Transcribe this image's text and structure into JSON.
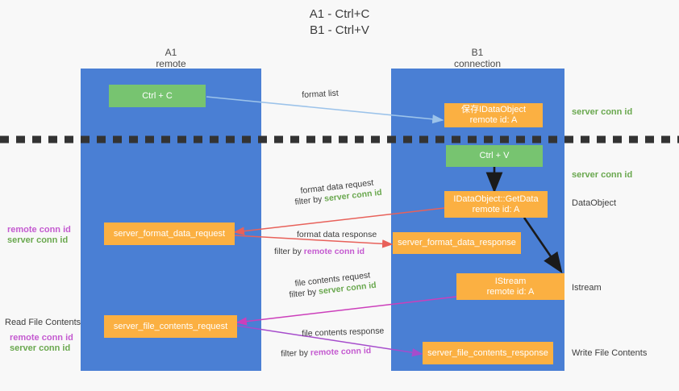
{
  "title": {
    "line1": "A1 - Ctrl+C",
    "line2": "B1 - Ctrl+V"
  },
  "columns": [
    {
      "name": "A1",
      "sub": "remote"
    },
    {
      "name": "B1",
      "sub": "connection"
    }
  ],
  "nodes": {
    "ctrl_c": {
      "line1": "Ctrl + C",
      "line2": ""
    },
    "save_dataobject": {
      "line1": "保存IDataObject",
      "line2": "remote id: A"
    },
    "ctrl_v": {
      "line1": "Ctrl + V",
      "line2": ""
    },
    "getdata": {
      "line1": "IDataObject::GetData",
      "line2": "remote id: A"
    },
    "server_format_data_request": {
      "line1": "server_format_data_request",
      "line2": ""
    },
    "server_format_data_response": {
      "line1": "server_format_data_response",
      "line2": ""
    },
    "istream": {
      "line1": "IStream",
      "line2": "remote id: A"
    },
    "server_file_contents_request": {
      "line1": "server_file_contents_request",
      "line2": ""
    },
    "server_file_contents_response": {
      "line1": "server_file_contents_response",
      "line2": ""
    }
  },
  "right_labels": [
    {
      "text": "server conn id",
      "color": "green"
    },
    {
      "text": "server conn id",
      "color": "green"
    },
    {
      "text": "DataObject",
      "color": "dark"
    },
    {
      "text": "Istream",
      "color": "dark"
    },
    {
      "text": "Write File Contents",
      "color": "dark"
    }
  ],
  "left_labels": {
    "group1": [
      {
        "text": "remote conn id",
        "color": "purple"
      },
      {
        "text": "server conn id",
        "color": "green"
      }
    ],
    "read_file_contents": "Read File Contents",
    "group2": [
      {
        "text": "remote conn id",
        "color": "purple"
      },
      {
        "text": "server conn id",
        "color": "green"
      }
    ]
  },
  "edges": [
    {
      "id": "format-list",
      "text": "format list"
    },
    {
      "id": "format-data-request",
      "text": "format data request"
    },
    {
      "id": "format-data-request-filter",
      "prefix": "filter by ",
      "emphasis": "server conn id",
      "emphasis_color": "green"
    },
    {
      "id": "format-data-response",
      "text": "format data response"
    },
    {
      "id": "format-data-response-filter",
      "prefix": "filter by ",
      "emphasis": "remote conn id",
      "emphasis_color": "purple"
    },
    {
      "id": "file-contents-request",
      "text": "file contents request"
    },
    {
      "id": "file-contents-request-filter",
      "prefix": "filter by ",
      "emphasis": "server conn id",
      "emphasis_color": "green"
    },
    {
      "id": "file-contents-response",
      "text": "file contents response"
    },
    {
      "id": "file-contents-response-filter",
      "prefix": "filter by ",
      "emphasis": "remote conn id",
      "emphasis_color": "purple"
    }
  ],
  "colors": {
    "column_blue": "#4a7fd4",
    "node_green": "#77c470",
    "node_orange": "#fbb042",
    "arrow_lightblue": "#9cc3ea",
    "arrow_red": "#e8615a",
    "arrow_magenta": "#cc3fbb",
    "arrow_purple": "#a64ccc",
    "arrow_black": "#1a1a1a",
    "dashed_line": "#333333",
    "background": "#f8f8f8"
  }
}
